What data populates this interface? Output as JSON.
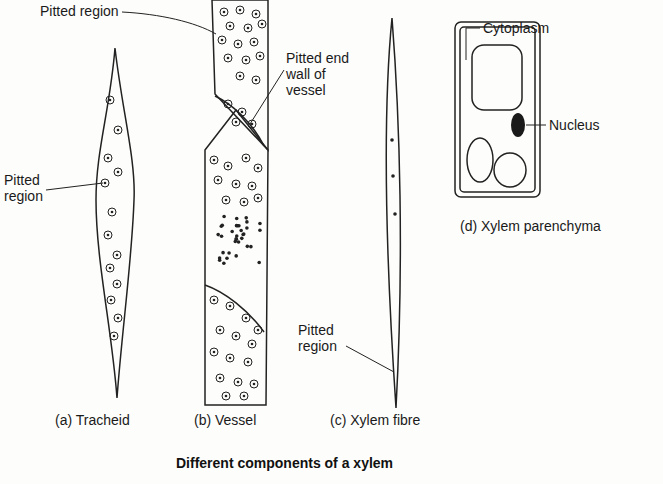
{
  "diagram": {
    "caption": "Different components of a xylem",
    "labels": [
      "Pitted region",
      "Pitted end wall of vessel",
      "Cytoplasm",
      "Pitted region",
      "Nucleus",
      "(d) Xylem parenchyma",
      "Pitted region",
      "(a) Tracheid",
      "(b) Vessel",
      "(c) Xylem fibre"
    ]
  }
}
